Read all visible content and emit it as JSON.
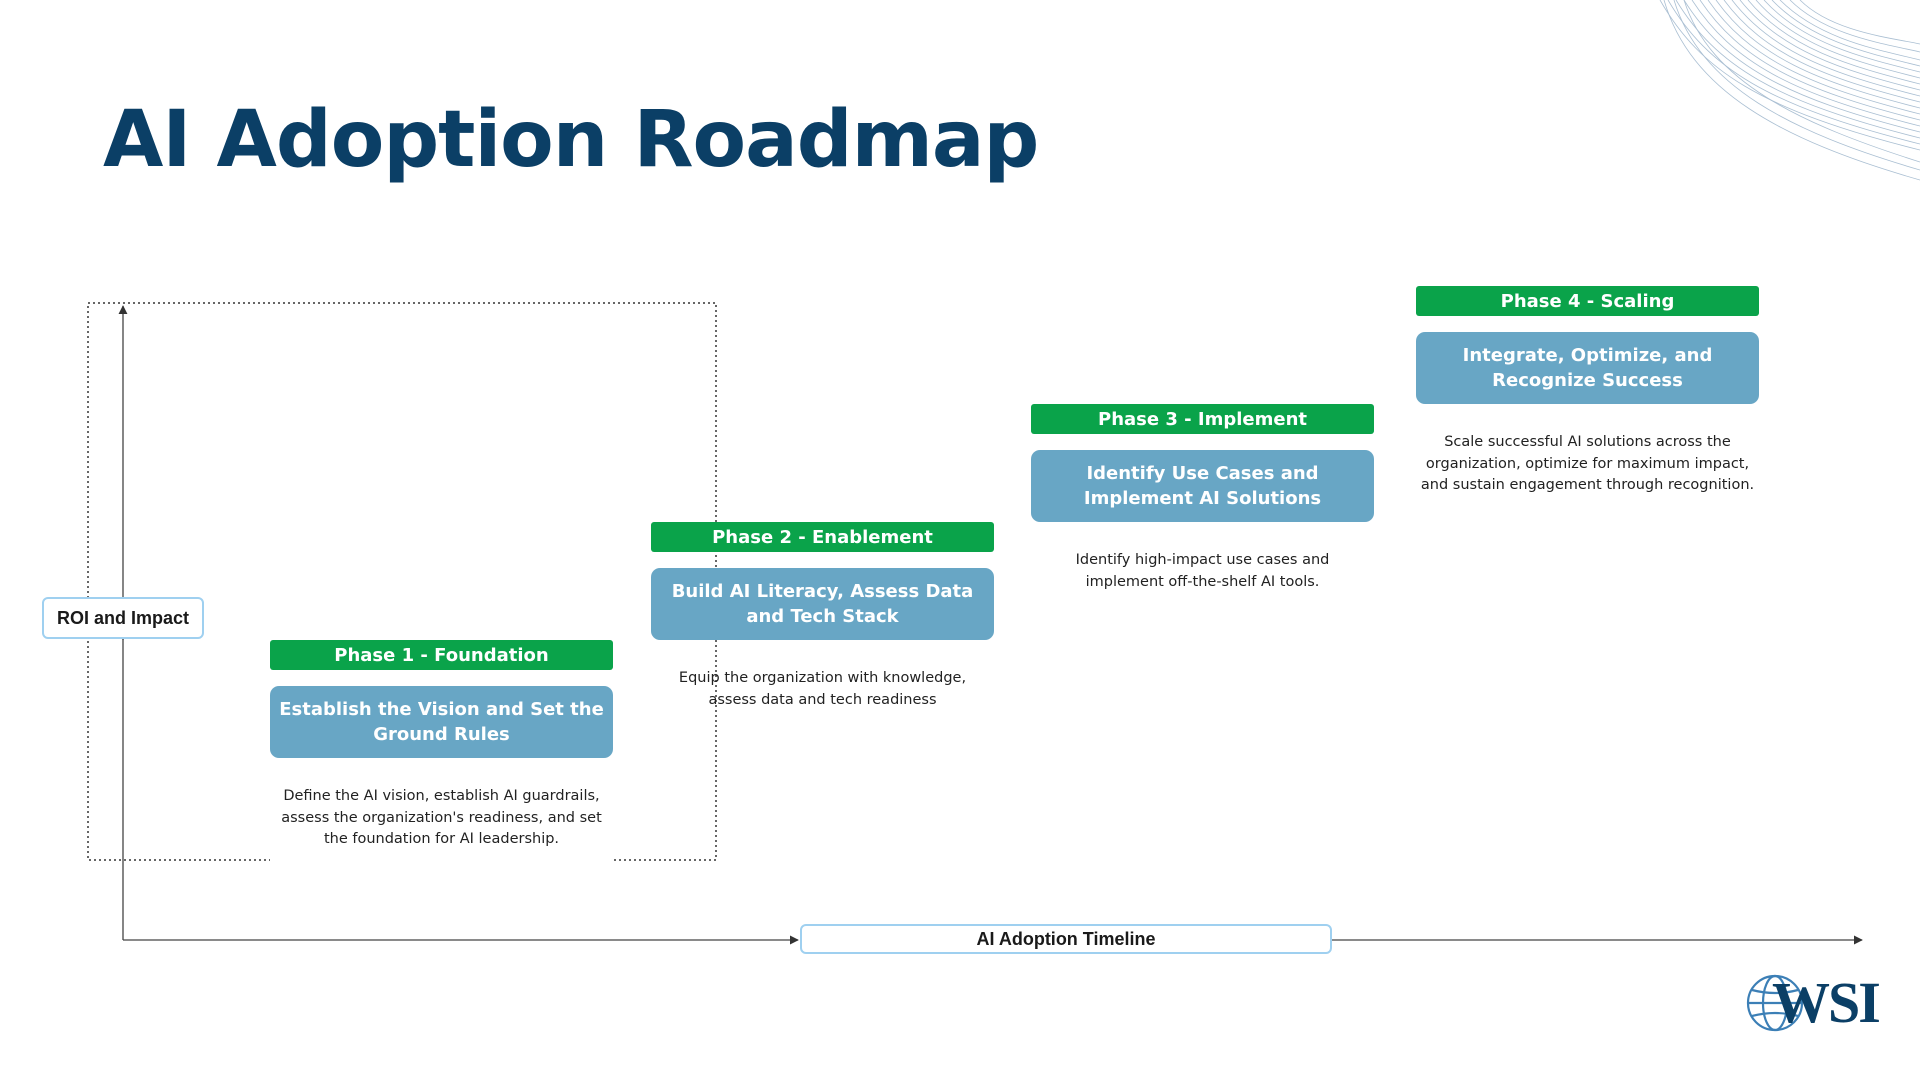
{
  "title": "AI Adoption Roadmap",
  "colors": {
    "title": "#0b3f66",
    "phase_tag": "#0aa34a",
    "phase_card": "#68a6c5",
    "axis_label_border": "#9fd0f0"
  },
  "axes": {
    "y_label": "ROI and Impact",
    "x_label": "AI Adoption Timeline"
  },
  "phases": [
    {
      "tag": "Phase 1 - Foundation",
      "heading": "Establish the Vision and Set the Ground Rules",
      "description": "Define the AI vision, establish AI guardrails, assess the organization's readiness, and set the foundation for AI leadership."
    },
    {
      "tag": "Phase 2 - Enablement",
      "heading": "Build AI Literacy, Assess Data and Tech Stack",
      "description": "Equip the organization with knowledge, assess data and tech readiness"
    },
    {
      "tag": "Phase 3 - Implement",
      "heading": "Identify Use Cases and Implement AI Solutions",
      "description": "Identify high-impact use cases and implement off-the-shelf AI tools."
    },
    {
      "tag": "Phase 4 - Scaling",
      "heading": "Integrate, Optimize, and Recognize Success",
      "description": "Scale successful AI solutions across the organization, optimize for maximum impact, and sustain engagement through recognition."
    }
  ],
  "logo": {
    "text": "WSI",
    "icon": "globe-icon"
  }
}
